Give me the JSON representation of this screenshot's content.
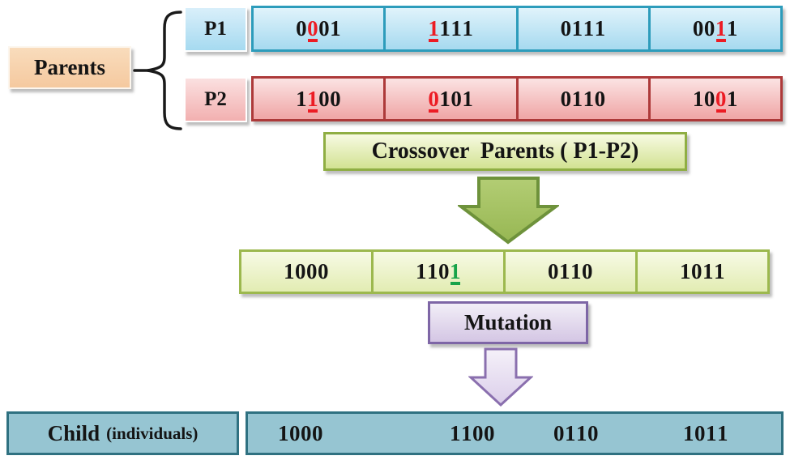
{
  "diagram": {
    "parents_label": "Parents",
    "p1_label": "P1",
    "p2_label": "P2",
    "crossover_label": "Crossover  Parents ( P1-P2)",
    "mutation_label": "Mutation",
    "child_label": "Child",
    "child_sublabel": "(individuals)"
  },
  "rows": {
    "p1": {
      "hl_color": "#ec1c24",
      "cells": [
        {
          "text": "0001",
          "hl": 1
        },
        {
          "text": "1111",
          "hl": 0
        },
        {
          "text": "0111",
          "hl": -1
        },
        {
          "text": "0011",
          "hl": 2
        }
      ]
    },
    "p2": {
      "hl_color": "#ec1c24",
      "cells": [
        {
          "text": "1100",
          "hl": 1
        },
        {
          "text": "0101",
          "hl": 0
        },
        {
          "text": "0110",
          "hl": -1
        },
        {
          "text": "1001",
          "hl": 2
        }
      ]
    },
    "crossover": {
      "hl_color": "#17a349",
      "cells": [
        {
          "text": "1000",
          "hl": -1
        },
        {
          "text": "1101",
          "hl": 3
        },
        {
          "text": "0110",
          "hl": -1
        },
        {
          "text": "1011",
          "hl": -1
        }
      ]
    },
    "child": {
      "hl_color": "",
      "cells": [
        {
          "text": "1000",
          "hl": -1
        },
        {
          "text": "1100",
          "hl": -1
        },
        {
          "text": "0110",
          "hl": -1
        },
        {
          "text": "1011",
          "hl": -1
        }
      ]
    }
  },
  "colors": {
    "p1_fill": "#a9dbf0",
    "p1_border": "#2d9cbb",
    "p2_fill": "#f0a8a8",
    "p2_border": "#ad3a3a",
    "crossover_fill": "#e3edb5",
    "crossover_border": "#9cb84e",
    "crossover_arrow": "#a8c566",
    "mutation_fill": "#d4c6e4",
    "mutation_border": "#7e66a6",
    "mutation_arrow": "#e9e1f1",
    "child_fill": "#96c5d2",
    "child_border": "#2f7181",
    "parents_fill": "#f5c99f",
    "highlight_red": "#ec1c24",
    "highlight_green": "#17a349"
  }
}
